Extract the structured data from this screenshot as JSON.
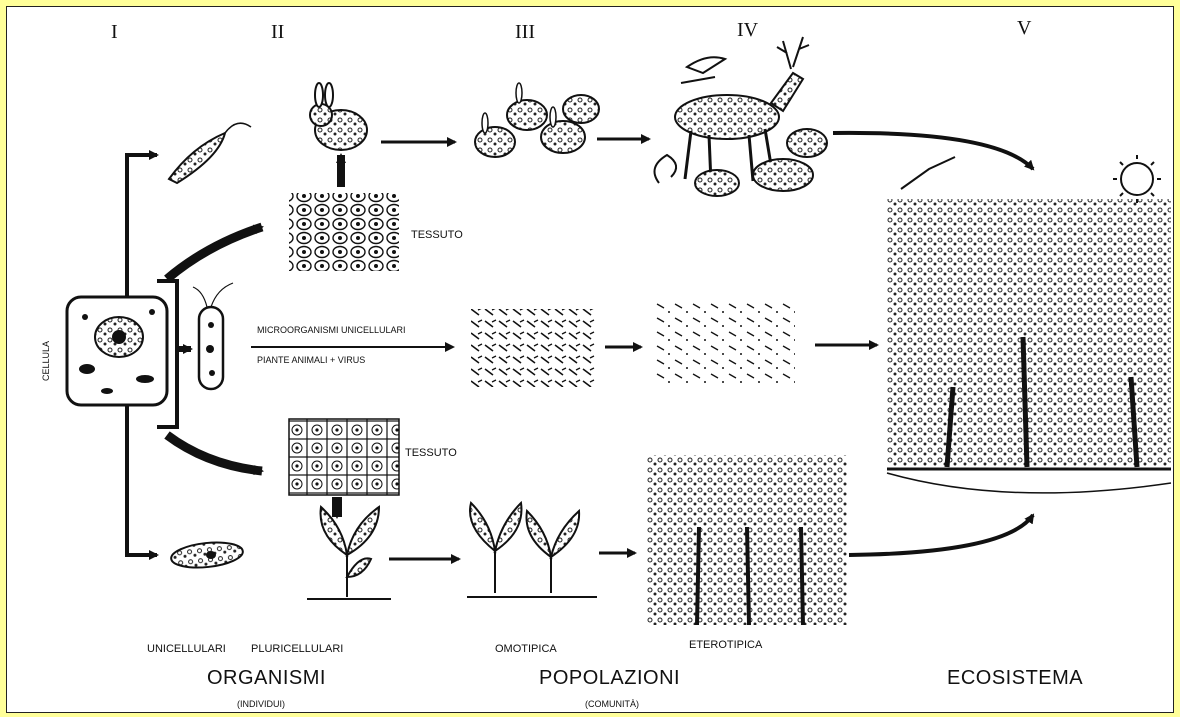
{
  "stages": [
    "I",
    "II",
    "III",
    "IV",
    "V"
  ],
  "labels": {
    "cell": "CELLULA",
    "tissue_top": "TESSUTO",
    "tissue_bottom": "TESSUTO",
    "micro_line1": "MICROORGANISMI UNICELLULARI",
    "micro_line2": "PIANTE ANIMALI + VIRUS"
  },
  "bottom": {
    "unicellulari": "UNICELLULARI",
    "pluricellulari": "PLURICELLULARI",
    "omotipica": "OMOTIPICA",
    "eterotipica": "ETEROTIPICA",
    "organismi": "ORGANISMI",
    "individui": "(INDIVIDUI)",
    "popolazioni": "POPOLAZIONI",
    "comunita": "(COMUNITÀ)",
    "ecosistema": "ECOSISTEMA"
  },
  "colors": {
    "background": "#ffff99",
    "ink": "#111111",
    "panel": "#ffffff"
  }
}
